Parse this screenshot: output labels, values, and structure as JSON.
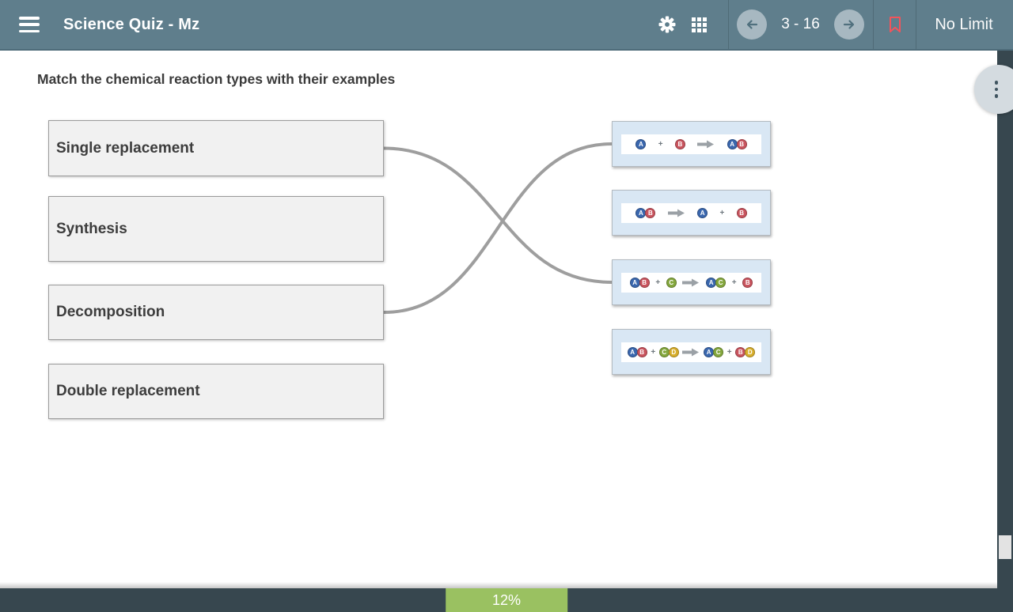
{
  "header": {
    "title": "Science Quiz - Mz",
    "question_range": "3 - 16",
    "timer_label": "No Limit",
    "icons": {
      "menu": "hamburger-icon",
      "settings": "gear-icon",
      "question_grid": "grid-icon",
      "prev": "arrow-left-icon",
      "next": "arrow-right-icon",
      "bookmark": "bookmark-icon"
    }
  },
  "question": {
    "prompt": "Match the chemical reaction types with their examples"
  },
  "match": {
    "left_items": [
      {
        "label": "Single replacement"
      },
      {
        "label": "Synthesis"
      },
      {
        "label": "Decomposition"
      },
      {
        "label": "Double replacement"
      }
    ],
    "right_items": [
      {
        "name": "synthesis-example",
        "equation": "A + B -> AB",
        "tokens": [
          [
            "A"
          ],
          "+",
          [
            "B"
          ],
          "->",
          [
            "A",
            "B"
          ]
        ]
      },
      {
        "name": "decomposition-example",
        "equation": "AB -> A + B",
        "tokens": [
          [
            "A",
            "B"
          ],
          "->",
          [
            "A"
          ],
          "+",
          [
            "B"
          ]
        ]
      },
      {
        "name": "single-replacement-example",
        "equation": "AB + C -> AC + B",
        "tokens": [
          [
            "A",
            "B"
          ],
          "+",
          [
            "C"
          ],
          "->",
          [
            "A",
            "C"
          ],
          "+",
          [
            "B"
          ]
        ]
      },
      {
        "name": "double-replacement-example",
        "equation": "AB + CD -> AC + BD",
        "tokens": [
          [
            "A",
            "B"
          ],
          "+",
          [
            "C",
            "D"
          ],
          "->",
          [
            "A",
            "C"
          ],
          "+",
          [
            "B",
            "D"
          ]
        ]
      }
    ],
    "connections": [
      {
        "from": 0,
        "to": 2
      },
      {
        "from": 2,
        "to": 0
      }
    ],
    "atom_colors": {
      "A": "#3a67ae",
      "B": "#c9545e",
      "C": "#84a73d",
      "D": "#d7ae2c"
    },
    "line_color": "#9e9e9e"
  },
  "progress": {
    "label": "12%",
    "percent": 12
  },
  "side": {
    "more_icon": "kebab-menu-icon",
    "scrollbar": "vertical-scrollbar"
  },
  "colors": {
    "header_bg": "#5f7e8c",
    "dark_bar": "#37474f",
    "progress_green": "#9ac161",
    "bookmark_red": "#f2545b",
    "left_box_bg": "#f1f1f1",
    "right_box_bg": "#d9e7f4",
    "match_line": "#9e9e9e"
  }
}
